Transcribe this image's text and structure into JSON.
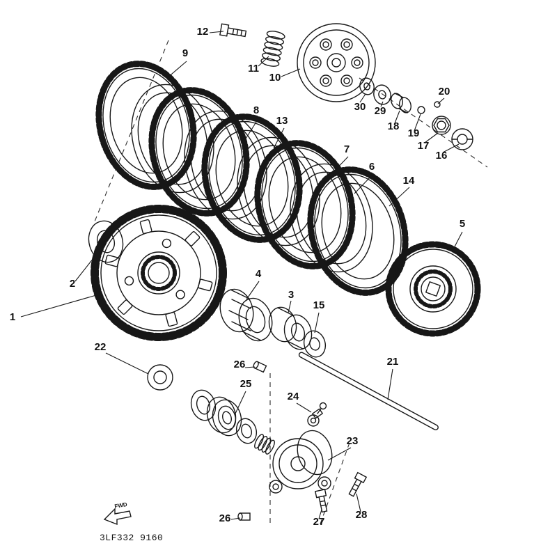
{
  "diagram": {
    "drawing_code": "3LF332 9160",
    "fwd_label": "FWD",
    "callouts": {
      "c1": "1",
      "c2": "2",
      "c3": "3",
      "c4": "4",
      "c5": "5",
      "c6": "6",
      "c7": "7",
      "c8": "8",
      "c9": "9",
      "c10": "10",
      "c11": "11",
      "c12": "12",
      "c13": "13",
      "c14": "14",
      "c15": "15",
      "c16": "16",
      "c17": "17",
      "c18": "18",
      "c19": "19",
      "c20": "20",
      "c21": "21",
      "c22": "22",
      "c23": "23",
      "c24": "24",
      "c25": "25",
      "c26a": "26",
      "c26b": "26",
      "c27": "27",
      "c28": "28",
      "c29": "29",
      "c30": "30"
    }
  }
}
